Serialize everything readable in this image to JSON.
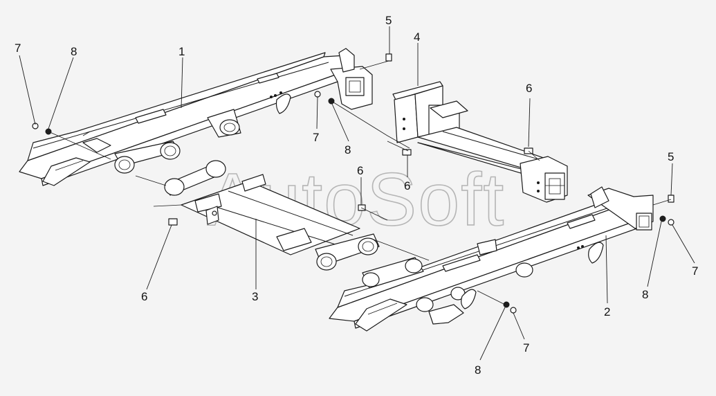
{
  "watermark": "AutoSoft",
  "callouts": {
    "c1": "1",
    "c2": "2",
    "c3": "3",
    "c4": "4",
    "c5a": "5",
    "c5b": "5",
    "c6a": "6",
    "c6b": "6",
    "c6c": "6",
    "c6d": "6",
    "c7a": "7",
    "c7b": "7",
    "c7c": "7",
    "c7d": "7",
    "c8a": "8",
    "c8b": "8",
    "c8c": "8",
    "c8d": "8"
  }
}
